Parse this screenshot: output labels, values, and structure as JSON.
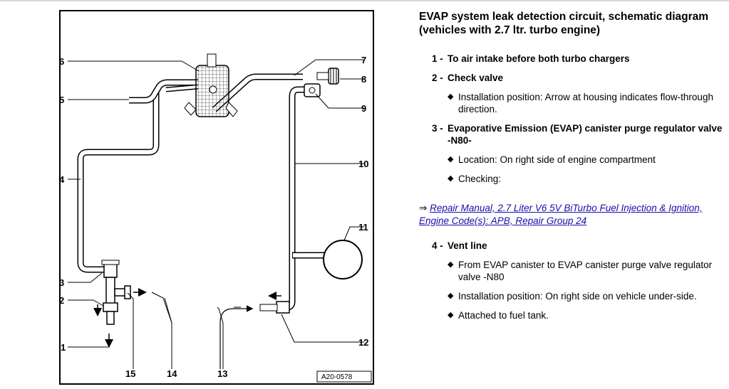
{
  "diagram": {
    "figure_id": "A20-0578",
    "callouts": [
      "1",
      "2",
      "3",
      "4",
      "5",
      "6",
      "7",
      "8",
      "9",
      "10",
      "11",
      "12",
      "13",
      "14",
      "15"
    ]
  },
  "title": "EVAP system leak detection circuit, schematic diagram (vehicles with 2.7 ltr. turbo engine)",
  "items": [
    {
      "num": "1 -",
      "label": "To air intake before both turbo chargers",
      "bullets": []
    },
    {
      "num": "2 -",
      "label": "Check valve",
      "bullets": [
        "Installation position: Arrow at housing indicates flow-through direction."
      ]
    },
    {
      "num": "3 -",
      "label": "Evaporative Emission (EVAP) canister purge regulator valve -N80-",
      "bullets": [
        "Location: On right side of engine compartment",
        "Checking:"
      ]
    },
    {
      "num": "4 -",
      "label": "Vent line",
      "bullets": [
        "From EVAP canister to EVAP canister purge valve regulator valve -N80",
        "Installation position: On right side on vehicle under-side.",
        "Attached to fuel tank."
      ]
    }
  ],
  "link": {
    "arrow": "⇒",
    "text": "Repair Manual, 2.7 Liter V6 5V BiTurbo Fuel Injection & Ignition, Engine Code(s): APB, Repair Group 24"
  },
  "icons": {
    "bullet": "diamond-bullet-icon",
    "link_arrow": "double-arrow-icon"
  }
}
